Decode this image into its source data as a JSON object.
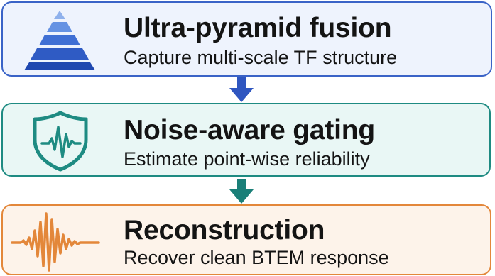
{
  "stages": [
    {
      "title": "Ultra-pyramid fusion",
      "subtitle": "Capture multi-scale TF structure",
      "icon": "pyramid-icon",
      "accent": "#3a63c7",
      "background": "#eef3fd"
    },
    {
      "title": "Noise-aware gating",
      "subtitle": "Estimate point-wise reliability",
      "icon": "shield-waveform-icon",
      "accent": "#1e8b82",
      "background": "#e9f7f5"
    },
    {
      "title": "Reconstruction",
      "subtitle": "Recover clean BTEM response",
      "icon": "waveform-icon",
      "accent": "#e3873a",
      "background": "#fdf3ea"
    }
  ],
  "arrows": [
    {
      "icon": "arrow-down-icon",
      "color": "#2f56c0"
    },
    {
      "icon": "arrow-down-icon",
      "color": "#1a7f78"
    }
  ]
}
